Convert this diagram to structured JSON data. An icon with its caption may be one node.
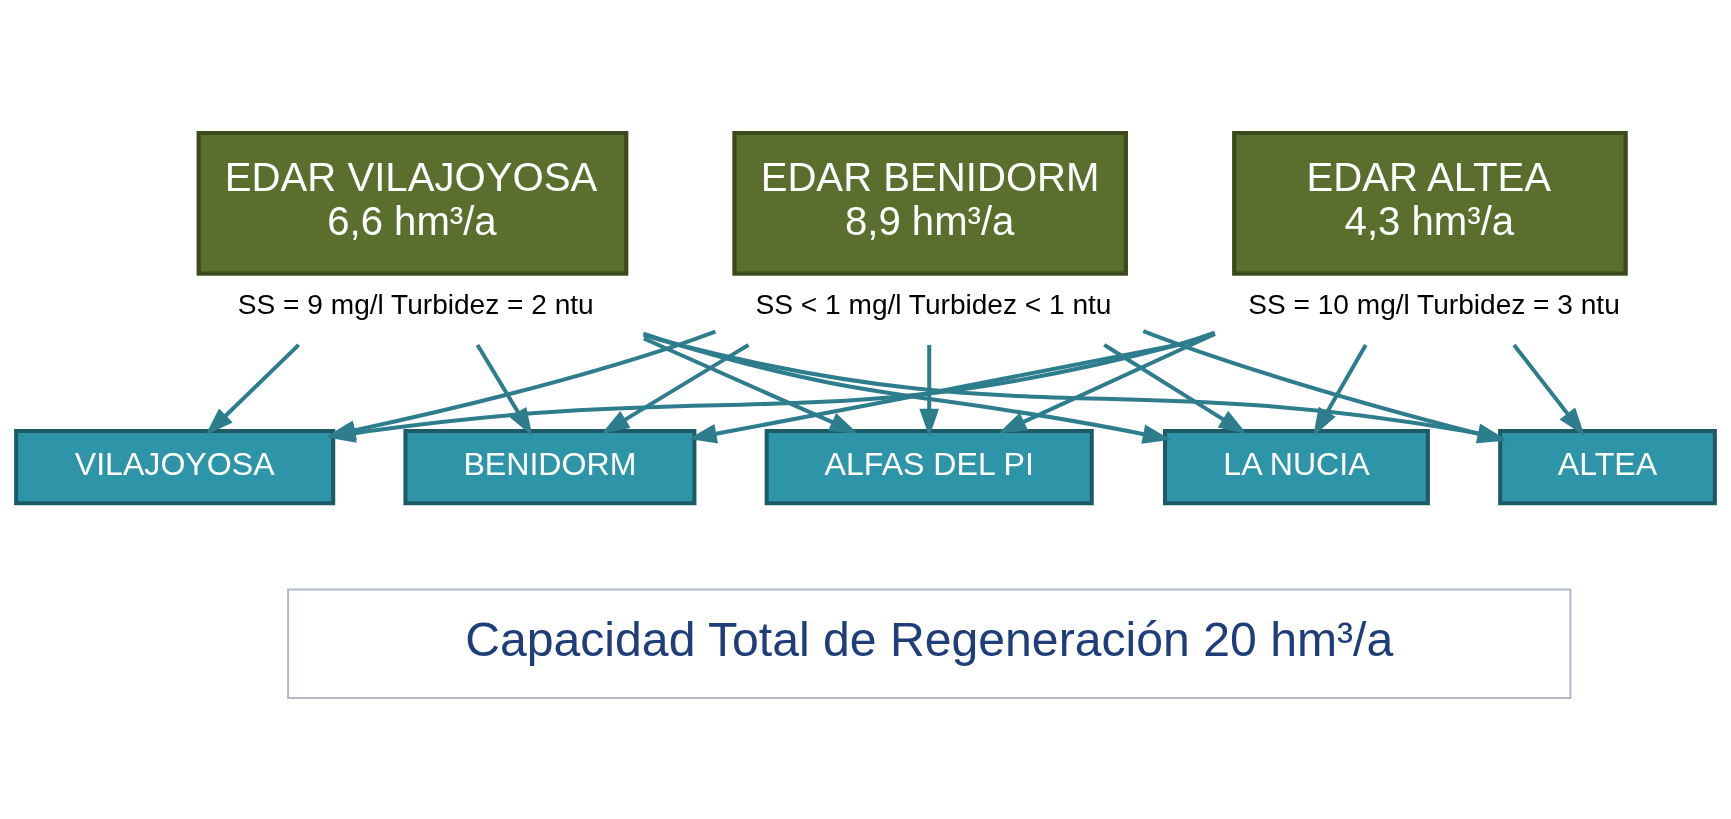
{
  "diagram": {
    "nodes": [
      {
        "text": [
          "EDAR VILAJOYOSA",
          "6,6 hm³/a"
        ],
        "beside": [
          "SS = 9 mg/l Turbidez = 2 ntu"
        ]
      },
      {
        "text": [
          "EDAR BENIDORM",
          "8,9 hm³/a"
        ],
        "beside": [
          "SS < 1 mg/l Turbidez < 1 ntu"
        ]
      },
      {
        "text": [
          "EDAR ALTEA",
          "4,3 hm³/a"
        ],
        "beside": [
          "SS = 10 mg/l Turbidez = 3 ntu"
        ]
      },
      {
        "text": [
          "VILAJOYOSA"
        ]
      },
      {
        "text": [
          "BENIDORM"
        ]
      },
      {
        "text": [
          "ALFAS DEL PI"
        ]
      },
      {
        "text": [
          "LA NUCIA"
        ]
      },
      {
        "text": [
          "ALTEA"
        ]
      },
      {
        "text": [
          "Capacidad Total de Regeneración 20 hm³/a"
        ]
      }
    ],
    "edges": [
      {
        "from": 0,
        "to": 3,
        "arrow": "to"
      },
      {
        "from": 0,
        "to": 4,
        "arrow": "to"
      },
      {
        "from": 0,
        "to": 5,
        "arrow": "to"
      },
      {
        "from": 0,
        "to": 6,
        "arrow": "to"
      },
      {
        "from": 0,
        "to": 7,
        "arrow": "to"
      },
      {
        "from": 1,
        "to": 3,
        "arrow": "to"
      },
      {
        "from": 1,
        "to": 4,
        "arrow": "to"
      },
      {
        "from": 1,
        "to": 5,
        "arrow": "to"
      },
      {
        "from": 1,
        "to": 6,
        "arrow": "to"
      },
      {
        "from": 1,
        "to": 7,
        "arrow": "to"
      },
      {
        "from": 2,
        "to": 3,
        "arrow": "to"
      },
      {
        "from": 2,
        "to": 4,
        "arrow": "to"
      },
      {
        "from": 2,
        "to": 5,
        "arrow": "to"
      },
      {
        "from": 2,
        "to": 6,
        "arrow": "to"
      },
      {
        "from": 2,
        "to": 7,
        "arrow": "to"
      }
    ]
  }
}
